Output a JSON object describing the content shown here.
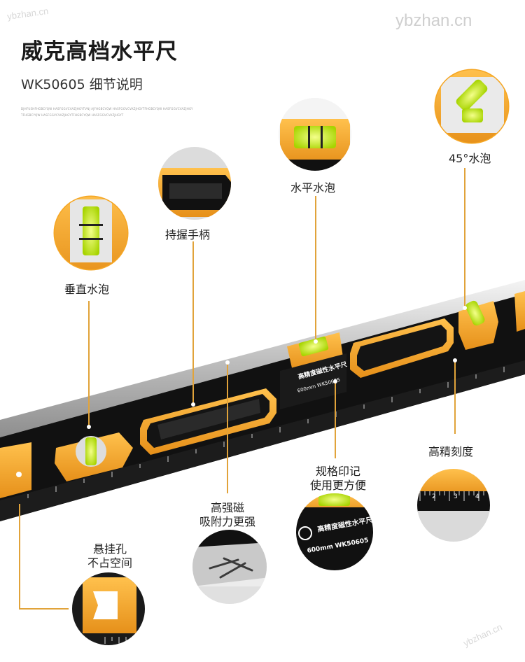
{
  "header": {
    "title": "威克高档水平尺",
    "subtitle": "WK50605 细节说明",
    "fine_print_line1": "DJHFUSHFHGBCYQW HASFGGVCVAZJHGYTVNJ AJFHGBCYQW HASFGGVCVAZJHGYTFHGBCYQW HASFGGVCVAZJHGY",
    "fine_print_line2": "TFHGBCYQW HASFGGVCVAZJHGYTFHGBCYQW HASFGGVCVAZJHGYT"
  },
  "features": {
    "vertical_bubble": "垂直水泡",
    "handle": "持握手柄",
    "horizontal_bubble": "水平水泡",
    "bubble_45": "45°水泡",
    "scale": "高精刻度",
    "spec_marking_line1": "规格印记",
    "spec_marking_line2": "使用更方便",
    "magnet_line1": "高强磁",
    "magnet_line2": "吸附力更强",
    "hang_hole_line1": "悬挂孔",
    "hang_hole_line2": "不占空间"
  },
  "product_label": {
    "name": "高精度磁性水平尺",
    "spec": "600mm  WK50605"
  },
  "scale_numbers": [
    "2",
    "3",
    "4"
  ],
  "watermarks": {
    "top_right": "ybzhan.cn",
    "bottom_right": "ybzhan.cn",
    "top_left": "ybzhan.cn"
  },
  "colors": {
    "accent": "#f5a623",
    "body": "#111111",
    "aluminum": "#d9d9d9",
    "bubble": "#c8f000",
    "line": "#e1a33a"
  }
}
